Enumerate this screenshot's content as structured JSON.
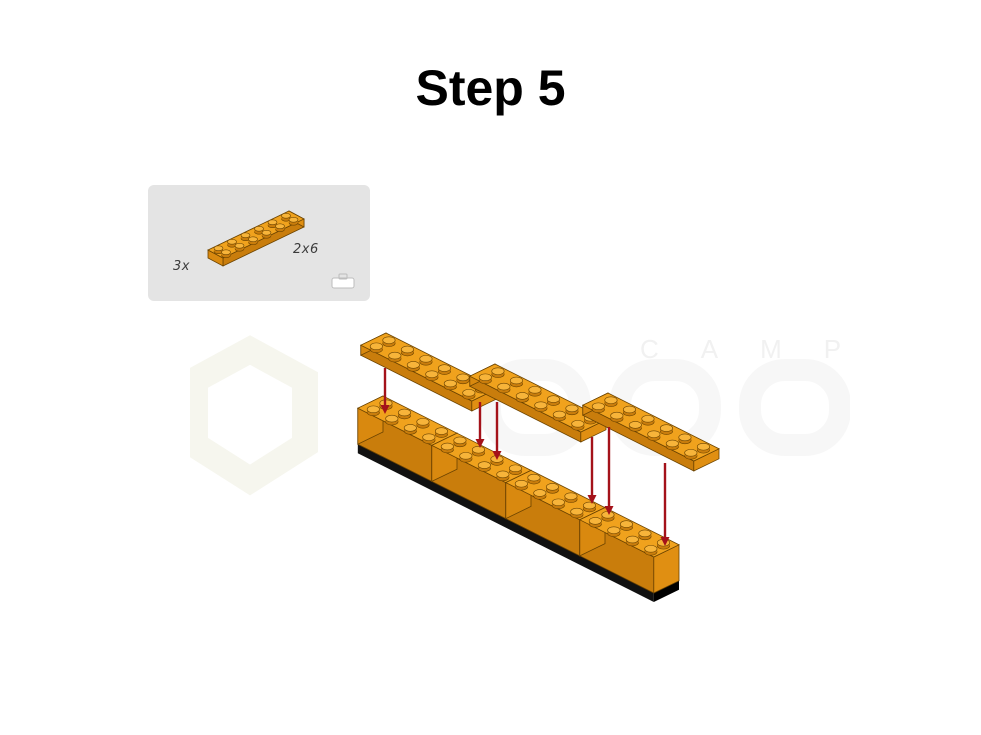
{
  "step": {
    "title": "Step 5"
  },
  "parts_callout": {
    "quantity": "3x",
    "part_size": "2x6",
    "part_color": "#f0a21d",
    "icons": [
      "lego-plate-2x6-icon",
      "toolbox-icon"
    ]
  },
  "watermark": {
    "text": "CAMP"
  },
  "colors": {
    "brick_orange": "#f0a21d",
    "brick_shade": "#c97d0c",
    "base_dark": "#111111",
    "arrow_red": "#a4121a",
    "callout_bg": "#e4e4e4"
  }
}
